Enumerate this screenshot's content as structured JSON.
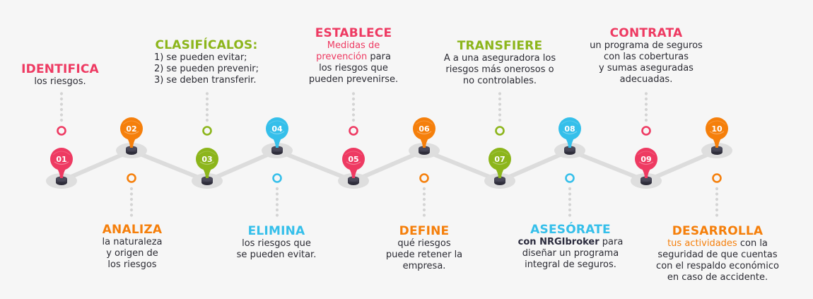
{
  "colors": {
    "pink": "#ee3a62",
    "orange": "#f57f0b",
    "green": "#8cb51b",
    "blue": "#35bfea",
    "track": "#dcdcdc",
    "base": "#3c3b4a",
    "text": "#2b2b33",
    "background": "#f6f6f6"
  },
  "steps": [
    {
      "number": "01",
      "color": "pink",
      "position": "low",
      "title": "IDENTIFICA",
      "lines": [
        "los riesgos."
      ]
    },
    {
      "number": "02",
      "color": "orange",
      "position": "high",
      "title": "ANALIZA",
      "lines": [
        "la naturaleza",
        "y origen de",
        "los riesgos"
      ]
    },
    {
      "number": "03",
      "color": "green",
      "position": "low",
      "title": "CLASIFÍCALOS:",
      "lines": [
        "1) se pueden evitar;",
        "2) se pueden prevenir;",
        "3) se deben transferir."
      ]
    },
    {
      "number": "04",
      "color": "blue",
      "position": "high",
      "title": "ELIMINA",
      "lines": [
        "los riesgos que",
        "se pueden evitar."
      ]
    },
    {
      "number": "05",
      "color": "pink",
      "position": "low",
      "title": "ESTABLECE",
      "highlight_lines": [
        "Medidas de"
      ],
      "mixed_line": {
        "highlight": "prevención",
        "rest": " para"
      },
      "lines": [
        "los riesgos que",
        "pueden prevenirse."
      ]
    },
    {
      "number": "06",
      "color": "orange",
      "position": "high",
      "title": "DEFINE",
      "lines": [
        "qué riesgos",
        "puede retener la",
        "empresa."
      ]
    },
    {
      "number": "07",
      "color": "green",
      "position": "low",
      "title": "TRANSFIERE",
      "lines": [
        "A a una aseguradora los",
        "riesgos más onerosos o",
        "no controlables."
      ]
    },
    {
      "number": "08",
      "color": "blue",
      "position": "high",
      "title": "ASESÓRATE",
      "mixed_line": {
        "strong": "con NRGIbroker",
        "rest": " para"
      },
      "lines": [
        "diseñar un programa",
        "integral de seguros."
      ]
    },
    {
      "number": "09",
      "color": "pink",
      "position": "low",
      "title": "CONTRATA",
      "lines": [
        "un programa de seguros",
        "con las coberturas",
        "y sumas aseguradas",
        "adecuadas."
      ]
    },
    {
      "number": "10",
      "color": "orange",
      "position": "high",
      "title": "DESARROLLA",
      "mixed_line": {
        "highlight": "tus actividades",
        "rest": " con la"
      },
      "lines": [
        "seguridad de que cuentas",
        "con el respaldo económico",
        "en caso de accidente."
      ]
    }
  ]
}
